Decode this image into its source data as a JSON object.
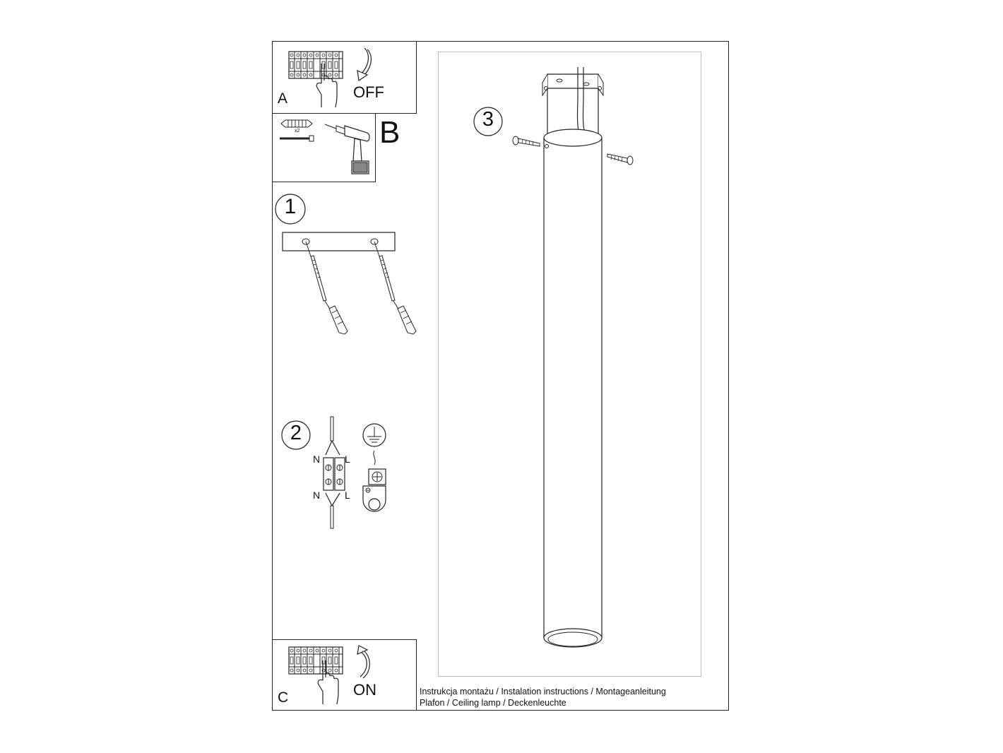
{
  "step_a": {
    "letter": "A",
    "action": "OFF"
  },
  "step_b": {
    "letter": "B",
    "quantity": "x2"
  },
  "step_1": {
    "number": "1"
  },
  "step_2": {
    "number": "2",
    "left_label_top": "N",
    "right_label_top": "L",
    "left_label_bottom": "N",
    "right_label_bottom": "L"
  },
  "step_3": {
    "number": "3"
  },
  "step_c": {
    "letter": "C",
    "action": "ON"
  },
  "footer": {
    "line1": "Instrukcja montażu / Instalation instructions / Montageanleitung",
    "line2": "Plafon / Ceiling lamp / Deckenleuchte"
  },
  "icons": [
    "breaker-panel-icon",
    "hand-icon",
    "arrow-down-icon",
    "drill-icon",
    "wall-plug-icon",
    "screw-icon",
    "terminal-block-icon",
    "ground-symbol-icon",
    "ceiling-lamp-icon",
    "arrow-up-icon"
  ]
}
